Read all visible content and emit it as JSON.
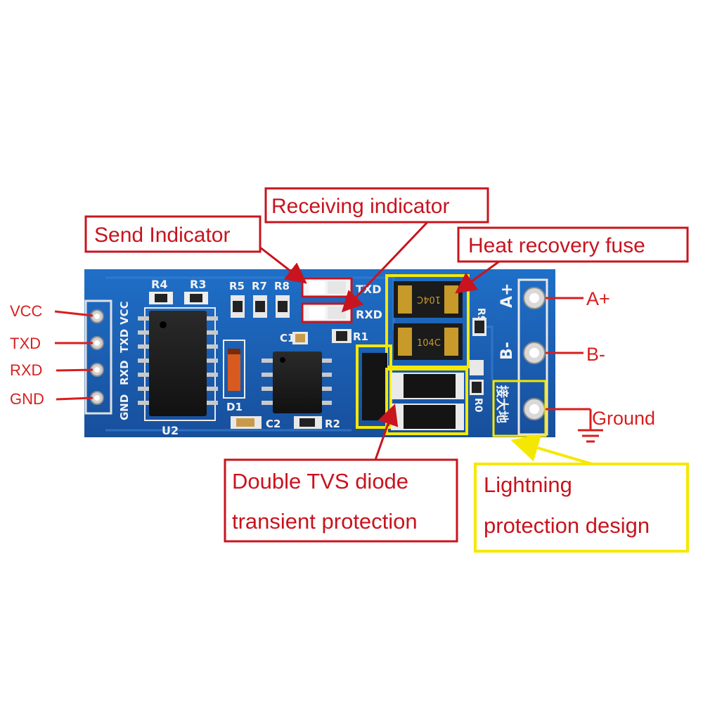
{
  "left_pins": [
    "VCC",
    "TXD",
    "RXD",
    "GND"
  ],
  "right_terminals": [
    "A+",
    "B-",
    "Ground"
  ],
  "silkscreen": {
    "pin_labels": [
      "VCC",
      "TXD",
      "RXD",
      "GND"
    ],
    "r4": "R4",
    "r3": "R3",
    "r5": "R5",
    "r7": "R7",
    "r8": "R8",
    "c1": "C1",
    "r1": "R1",
    "c2": "C2",
    "r2": "R2",
    "d1": "D1",
    "u2": "U2",
    "txd_led": "TXD",
    "rxd_led": "RXD",
    "a_plus": "A+",
    "b_minus": "B-",
    "r9": "R9",
    "r0": "R0",
    "ground_cn": "接大地",
    "fuse1": "104C",
    "fuse2": "104C"
  },
  "callouts": {
    "send_indicator": "Send Indicator",
    "receiving_indicator": "Receiving indicator",
    "heat_recovery_fuse": "Heat recovery fuse",
    "tvs_line1": "Double TVS diode",
    "tvs_line2": "transient protection",
    "lightning_line1": "Lightning",
    "lightning_line2": "protection design"
  },
  "colors": {
    "callout_red": "#c8141e",
    "callout_yellow": "#f5e800",
    "board_blue": "#1a5fb4"
  }
}
